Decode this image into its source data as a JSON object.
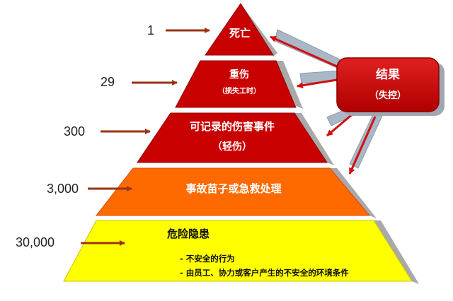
{
  "counts": [
    "1",
    "29",
    "300",
    "3,000",
    "30,000"
  ],
  "levels": {
    "l1": {
      "title": "死亡"
    },
    "l2": {
      "title": "重伤",
      "sub": "（损失工时）"
    },
    "l3": {
      "title": "可记录的伤害事件",
      "sub": "（轻伤）"
    },
    "l4": {
      "title": "事故苗子或急救处理"
    },
    "l5": {
      "title": "危险隐患",
      "bullets": [
        "- 不安全的行为",
        "- 由员工、协力或客户产生的不安全的环境条件"
      ]
    }
  },
  "outcome": {
    "title": "结果",
    "sub": "（失控）"
  },
  "colors": {
    "red": "#c80000",
    "orange": "#ff6a00",
    "yellow": "#ffff00",
    "arrow": "#9a3318",
    "connector": "#a9b7c6"
  }
}
